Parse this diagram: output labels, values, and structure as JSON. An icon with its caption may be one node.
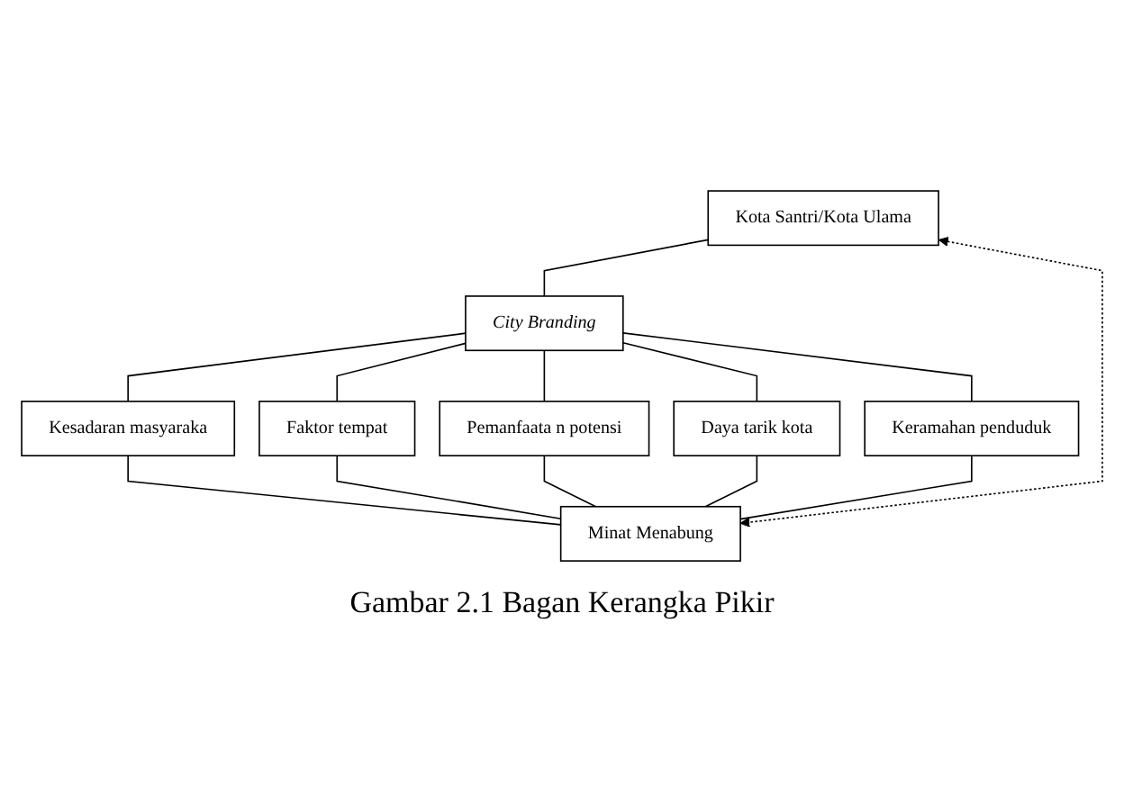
{
  "diagram": {
    "caption": "Gambar 2.1 Bagan Kerangka Pikir",
    "nodes": [
      {
        "text": [
          "Kota Santri/Kota Ulama"
        ]
      },
      {
        "text": [
          "City Branding"
        ]
      },
      {
        "text": [
          "Kesadaran masyaraka"
        ]
      },
      {
        "text": [
          "Faktor tempat"
        ]
      },
      {
        "text": [
          "Pemanfaata n potensi"
        ]
      },
      {
        "text": [
          "Daya tarik kota"
        ]
      },
      {
        "text": [
          "Keramahan penduduk"
        ]
      },
      {
        "text": [
          "Minat Menabung"
        ]
      }
    ],
    "edges": [
      {
        "from": 0,
        "to": 1,
        "arrow": "none"
      },
      {
        "from": 1,
        "to": 2,
        "arrow": "none"
      },
      {
        "from": 1,
        "to": 3,
        "arrow": "none"
      },
      {
        "from": 1,
        "to": 4,
        "arrow": "none"
      },
      {
        "from": 1,
        "to": 5,
        "arrow": "none"
      },
      {
        "from": 1,
        "to": 6,
        "arrow": "none"
      },
      {
        "from": 2,
        "to": 7,
        "arrow": "none"
      },
      {
        "from": 3,
        "to": 7,
        "arrow": "none"
      },
      {
        "from": 4,
        "to": 7,
        "arrow": "none"
      },
      {
        "from": 5,
        "to": 7,
        "arrow": "none"
      },
      {
        "from": 6,
        "to": 7,
        "arrow": "none"
      },
      {
        "from": 0,
        "to": 7,
        "arrow": "both",
        "style": "dashed"
      }
    ]
  }
}
